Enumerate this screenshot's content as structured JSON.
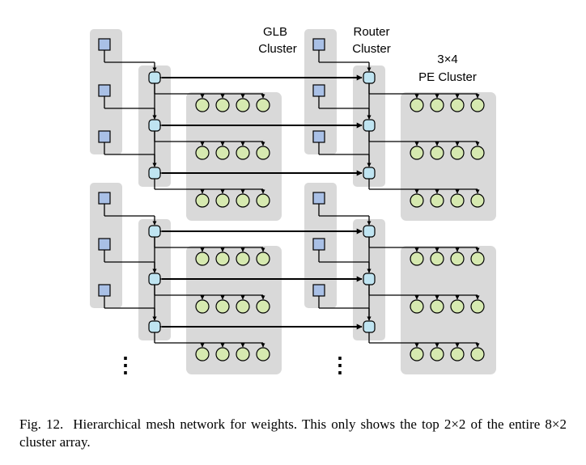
{
  "labels": {
    "glb_line1": "GLB",
    "glb_line2": "Cluster",
    "router_line1": "Router",
    "router_line2": "Cluster",
    "pe_line1": "3×4",
    "pe_line2": "PE Cluster"
  },
  "caption": {
    "fig_number": "Fig. 12.",
    "text": "Hierarchical mesh network for weights. This only shows the top 2×2 of the entire 8×2 cluster array."
  },
  "ellipsis": "⋮",
  "colors": {
    "cluster_bg": "#d9d9d9",
    "glb_fill": "#a9c0e6",
    "router_fill": "#bfe4f1",
    "pe_fill": "#d6e9b0",
    "line": "#000000"
  },
  "structure": {
    "cluster_rows": 2,
    "cluster_cols": 2,
    "glbs_per_cluster": 3,
    "routers_per_cluster": 3,
    "pe_rows": 3,
    "pe_cols": 4
  }
}
